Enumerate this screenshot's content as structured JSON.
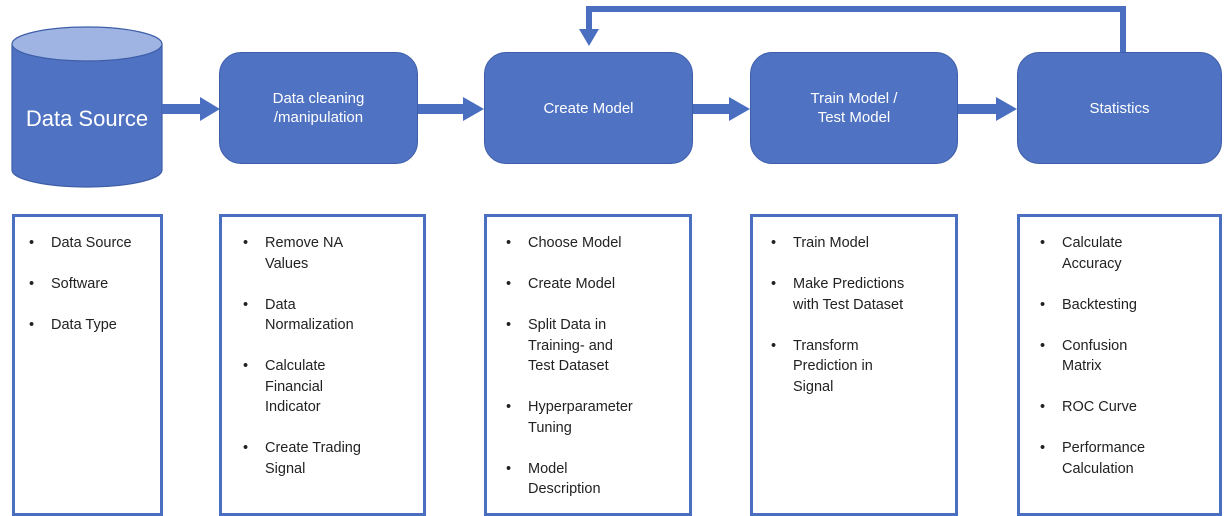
{
  "colors": {
    "node_fill": "#4f72c2",
    "box_border": "#4a6fc0",
    "arrow": "#4a6fc0"
  },
  "source": {
    "label": "Data Source"
  },
  "steps": [
    {
      "label": "Data cleaning\n/manipulation"
    },
    {
      "label": "Create Model"
    },
    {
      "label": "Train Model /\nTest Model"
    },
    {
      "label": "Statistics"
    }
  ],
  "details": [
    {
      "items": [
        "Data Source",
        "Software",
        "Data Type"
      ]
    },
    {
      "items": [
        "Remove NA Values",
        "Data Normalization",
        "Calculate Financial Indicator",
        "Create Trading Signal"
      ]
    },
    {
      "items": [
        "Choose Model",
        "Create Model",
        "Split Data in Training- and Test Dataset",
        "Hyperparameter Tuning",
        "Model Description"
      ]
    },
    {
      "items": [
        "Train Model",
        "Make Predictions with Test Dataset",
        "Transform Prediction in Signal"
      ]
    },
    {
      "items": [
        "Calculate Accuracy",
        "Backtesting",
        "Confusion Matrix",
        "ROC Curve",
        "Performance Calculation"
      ]
    }
  ]
}
